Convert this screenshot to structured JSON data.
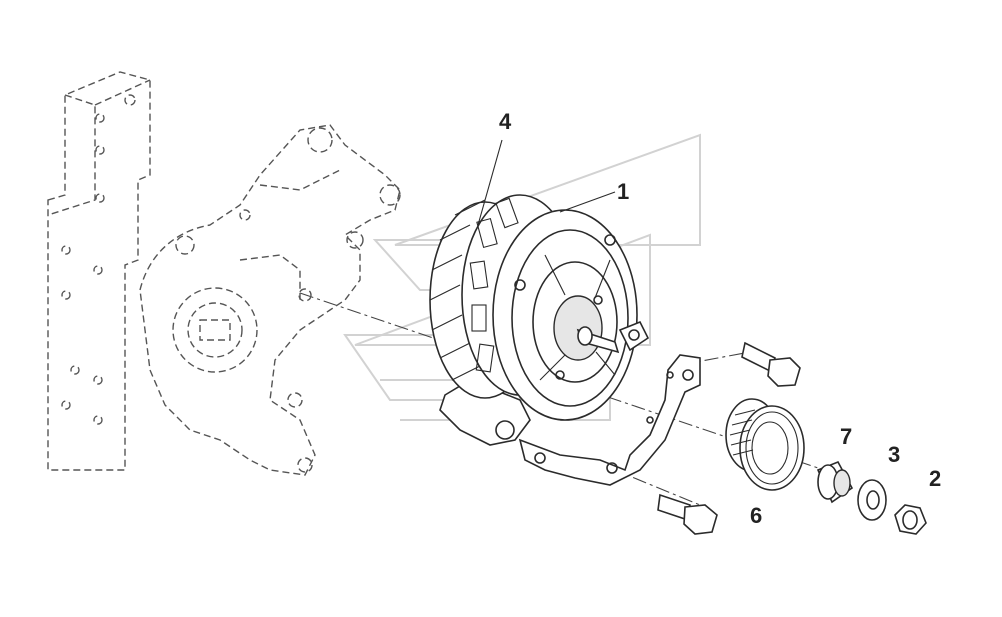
{
  "diagram": {
    "callouts": {
      "alternator": "1",
      "nut": "2",
      "washer": "3",
      "bracket_assembly": "4",
      "pulley": "6",
      "spacer": "7"
    },
    "colors": {
      "line": "#2b2b2b",
      "hidden_line": "#555555",
      "watermark": "#d2d2d2",
      "background": "#ffffff"
    }
  }
}
